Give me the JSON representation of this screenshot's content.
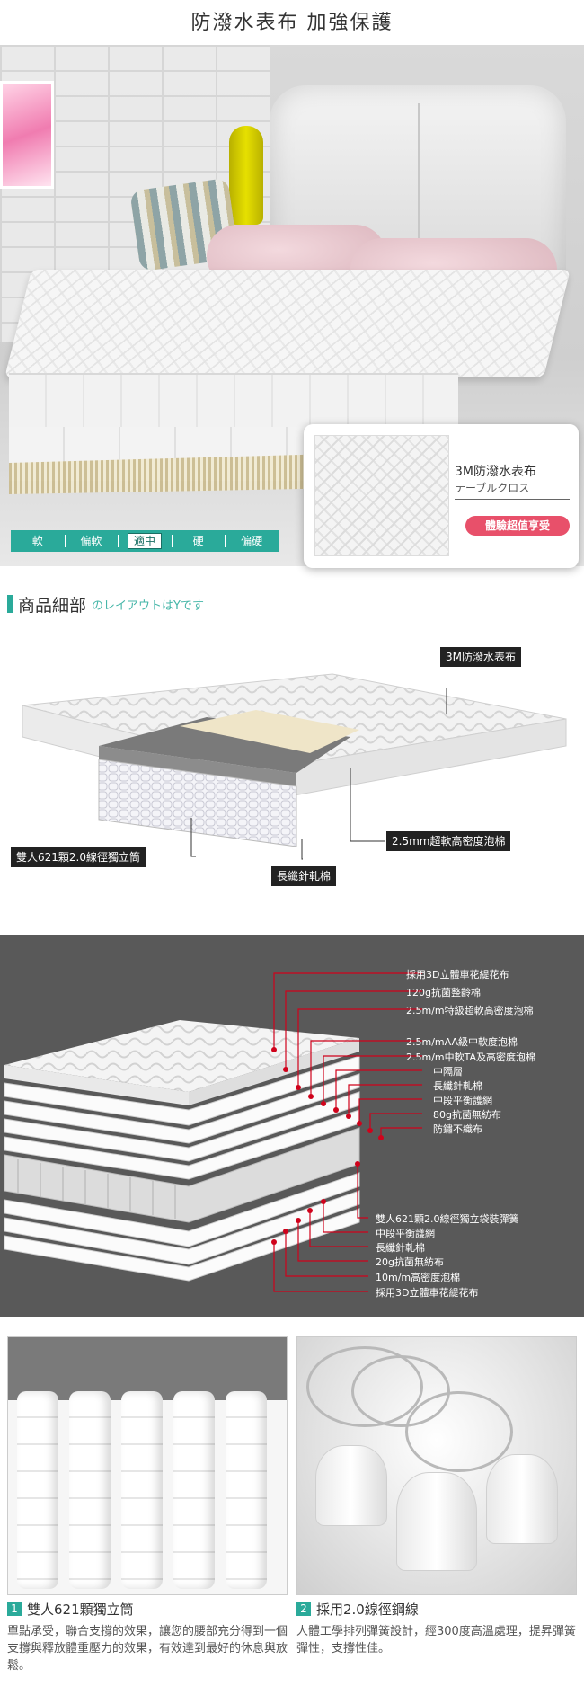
{
  "hero": {
    "title": "防潑水表布  加強保護",
    "inset": {
      "title": "3M防潑水表布",
      "subtitle": "テーブルクロス",
      "badge": "體驗超值享受"
    },
    "firmness": [
      "軟",
      "偏軟",
      "適中",
      "硬",
      "偏硬"
    ],
    "firmness_selected": "適中"
  },
  "details": {
    "heading": "商品細部",
    "heading_sub": "のレイアウトはYです",
    "labels": {
      "fabric": "3M防潑水表布",
      "foam": "2.5mm超軟高密度泡棉",
      "coil": "雙人621顆2.0線徑獨立筒",
      "felt": "長纖針軋棉"
    }
  },
  "layers": {
    "top_labels": [
      "採用3D立體車花緹花布",
      "120g抗菌整齡棉",
      "2.5m/m特級超軟高密度泡棉",
      "2.5m/mAA級中軟度泡棉",
      "2.5m/m中軟TA及高密度泡棉",
      "中隔層",
      "長纖針軋棉",
      "中段平衡護網",
      "80g抗菌無紡布",
      "防鏽不織布"
    ],
    "bottom_labels": [
      "雙人621顆2.0線徑獨立袋裝彈簧",
      "中段平衡護網",
      "長纖針軋棉",
      "20g抗菌無紡布",
      "10m/m高密度泡棉",
      "採用3D立體車花緹花布"
    ]
  },
  "features": [
    {
      "num": "1",
      "title": "雙人621顆獨立筒",
      "text": "單點承受，聯合支撐的效果，讓您的腰部充分得到一個支撐與釋放體重壓力的效果，有效達到最好的休息與放鬆。"
    },
    {
      "num": "2",
      "title": "採用2.0線徑鋼線",
      "text": "人體工學排列彈簧設計，經300度高溫處理，提昇彈簧彈性，支撐性佳。"
    }
  ],
  "colors": {
    "accent": "#2aaa9a",
    "badge": "#e8506a",
    "leader": "#d0021b",
    "panel": "#595959"
  }
}
